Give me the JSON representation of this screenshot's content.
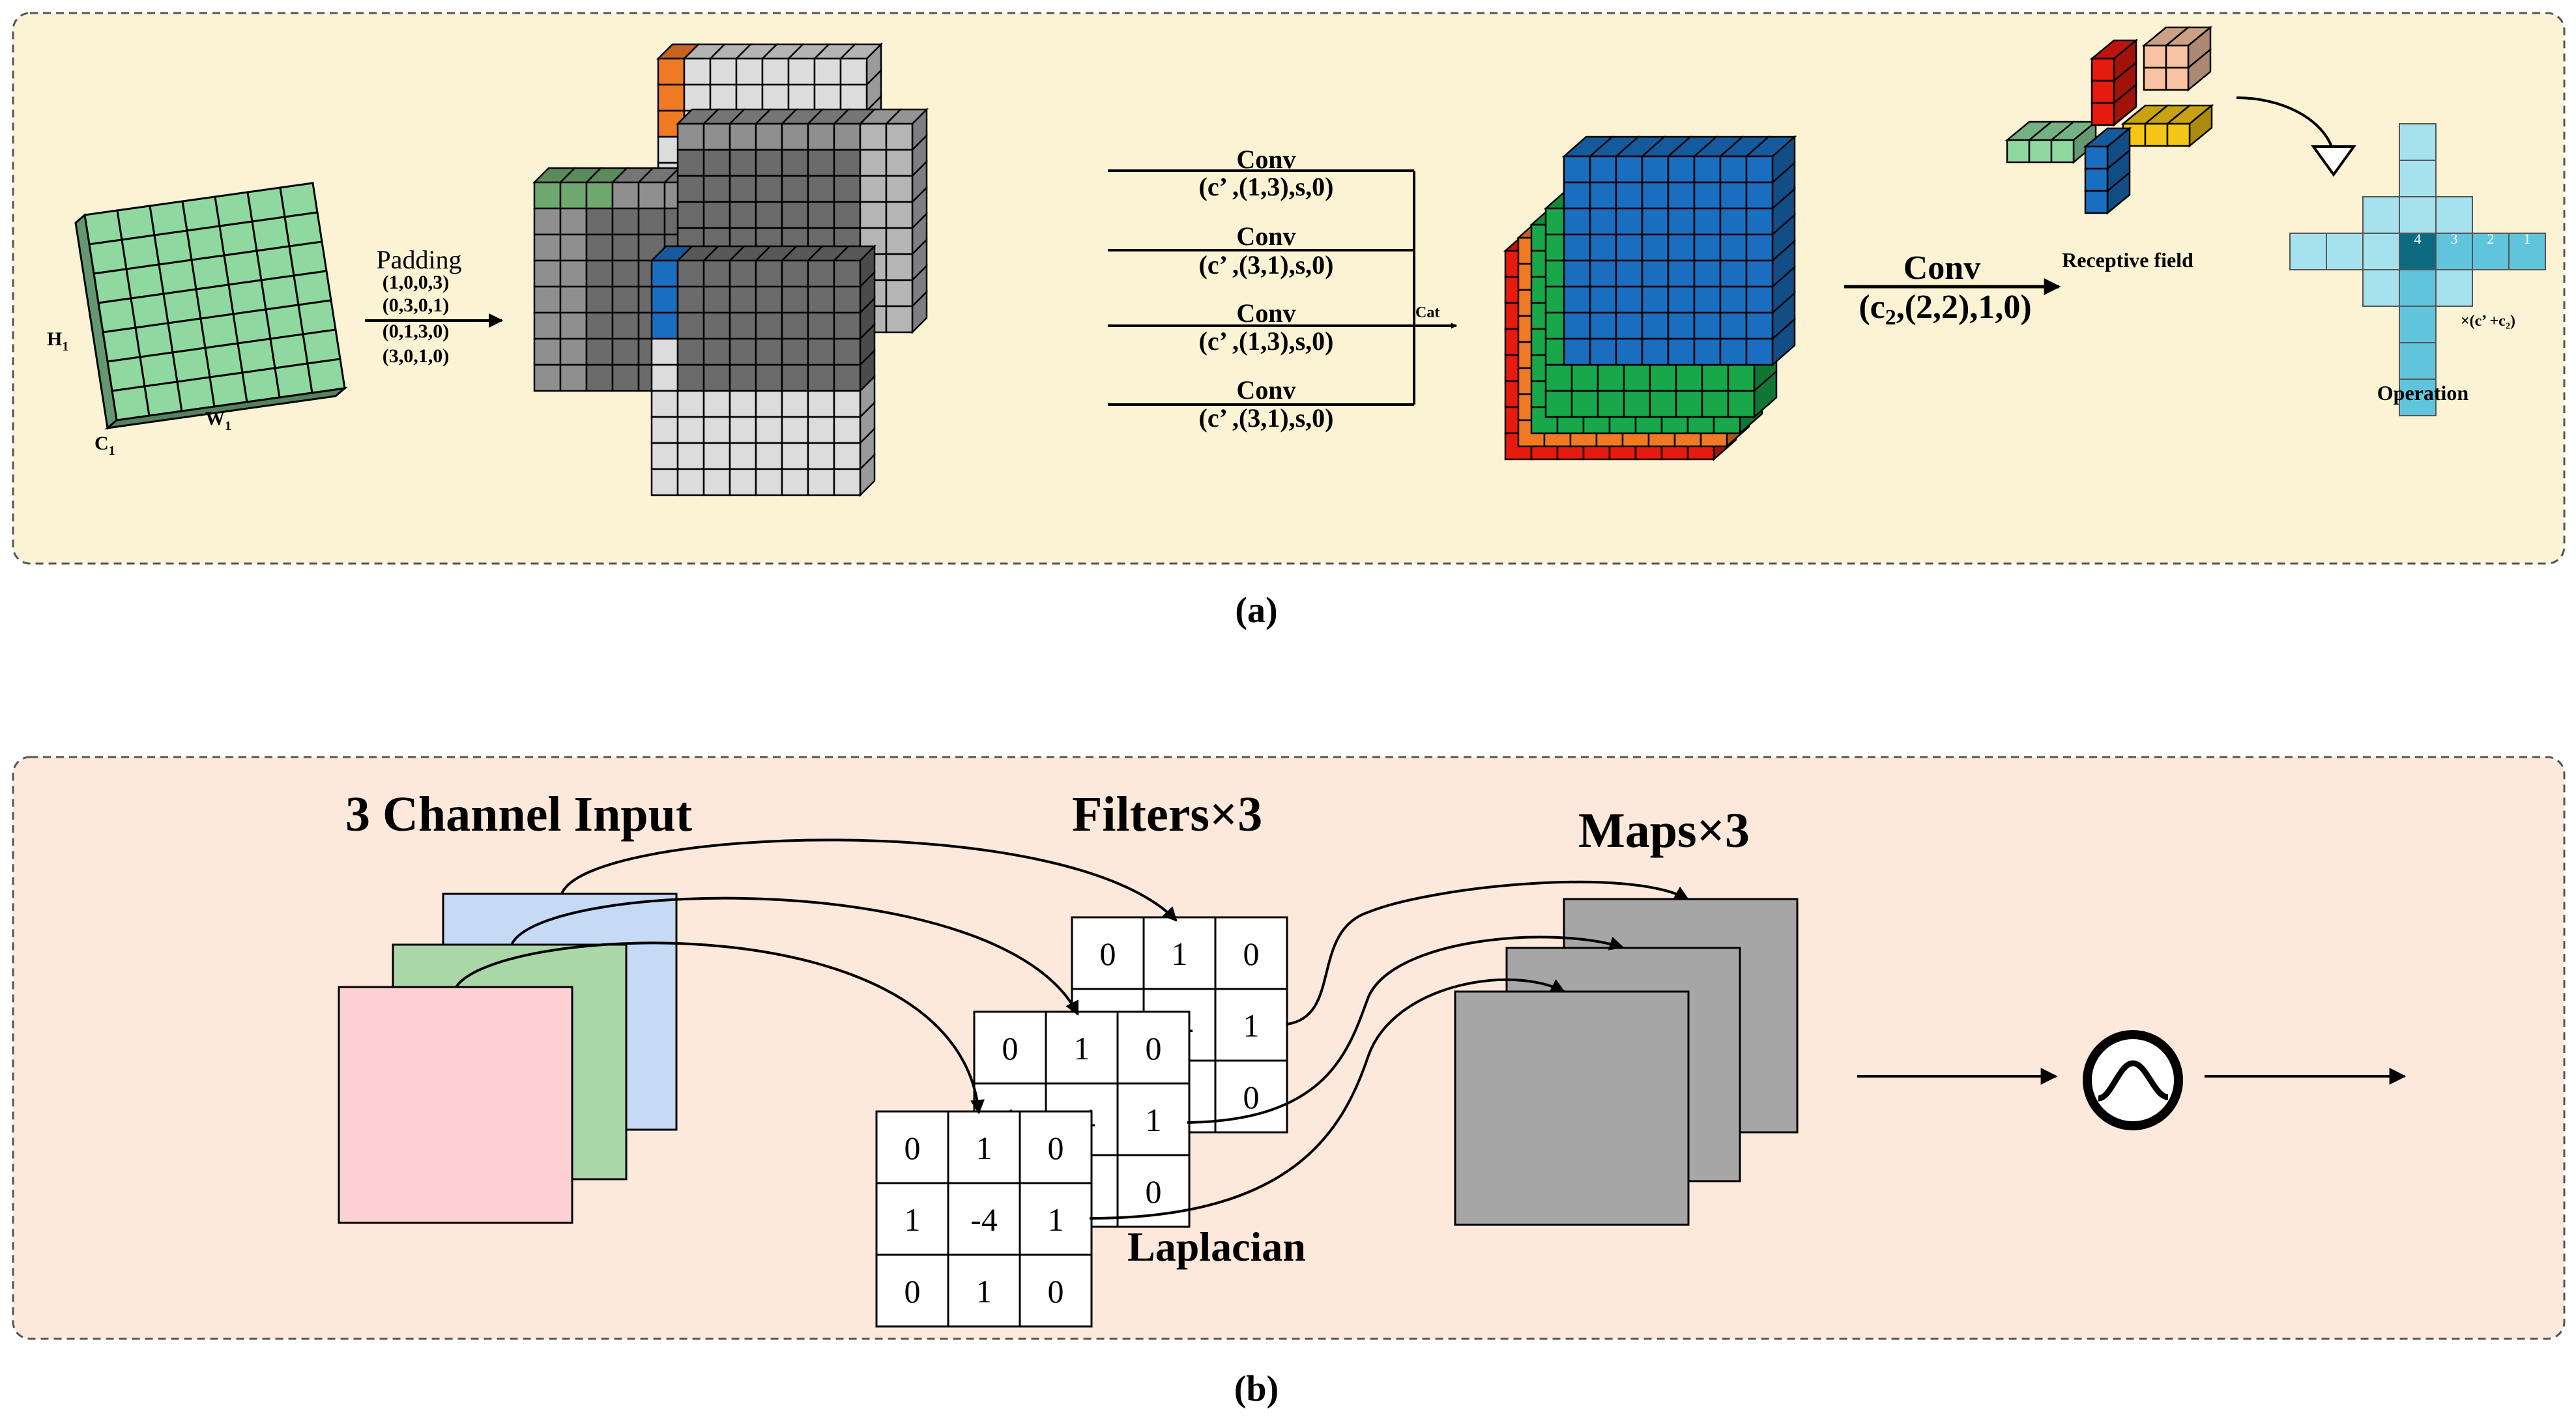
{
  "panel_a": {
    "caption": "(a)",
    "input_labels": {
      "h": "H",
      "w": "W",
      "c": "C",
      "subscript": "1"
    },
    "padding": {
      "title": "Padding",
      "values": [
        "(1,0,0,3)",
        "(0,3,0,1)",
        "(0,1,3,0)",
        "(3,0,1,0)"
      ]
    },
    "convs": [
      {
        "title": "Conv",
        "params": "(c’ ,(1,3),s,0)"
      },
      {
        "title": "Conv",
        "params": "(c’ ,(3,1),s,0)"
      },
      {
        "title": "Conv",
        "params": "(c’ ,(1,3),s,0)"
      },
      {
        "title": "Conv",
        "params": "(c’ ,(3,1),s,0)"
      }
    ],
    "cat_label": "Cat",
    "final_conv": {
      "title": "Conv",
      "params_pre": "(c",
      "params_sub": "2",
      "params_post": ",(2,2),1,0)"
    },
    "receptive_field_label": "Receptive field",
    "operation_label": "Operation",
    "operation_numbers": [
      "4",
      "3",
      "2",
      "1"
    ],
    "operation_multiplier": "×(c’ +c₂)",
    "colors": {
      "panel_bg": "#fcf3d4",
      "green": "#8fd9a0",
      "blue": "#1a6ebf",
      "red": "#e61a0d",
      "orange": "#f07a24",
      "yellow": "#f5c518",
      "peach": "#f8c3a2",
      "cyan_light": "#a6e1ee",
      "cyan_mid": "#5fc4dc",
      "cyan_dark": "#0e6a80"
    }
  },
  "panel_b": {
    "caption": "(b)",
    "input_title": "3 Channel Input",
    "filters_title": "Filters×3",
    "maps_title": "Maps×3",
    "laplacian_label": "Laplacian",
    "kernel": [
      "0",
      "1",
      "0",
      "1",
      "-4",
      "1",
      "0",
      "1",
      "0"
    ],
    "colors": {
      "panel_bg": "#fde9db",
      "channel_blue": "#c6d9f5",
      "channel_green": "#a9d7a7",
      "channel_pink": "#fdd0d3",
      "map_gray": "#a6a6a6"
    }
  }
}
